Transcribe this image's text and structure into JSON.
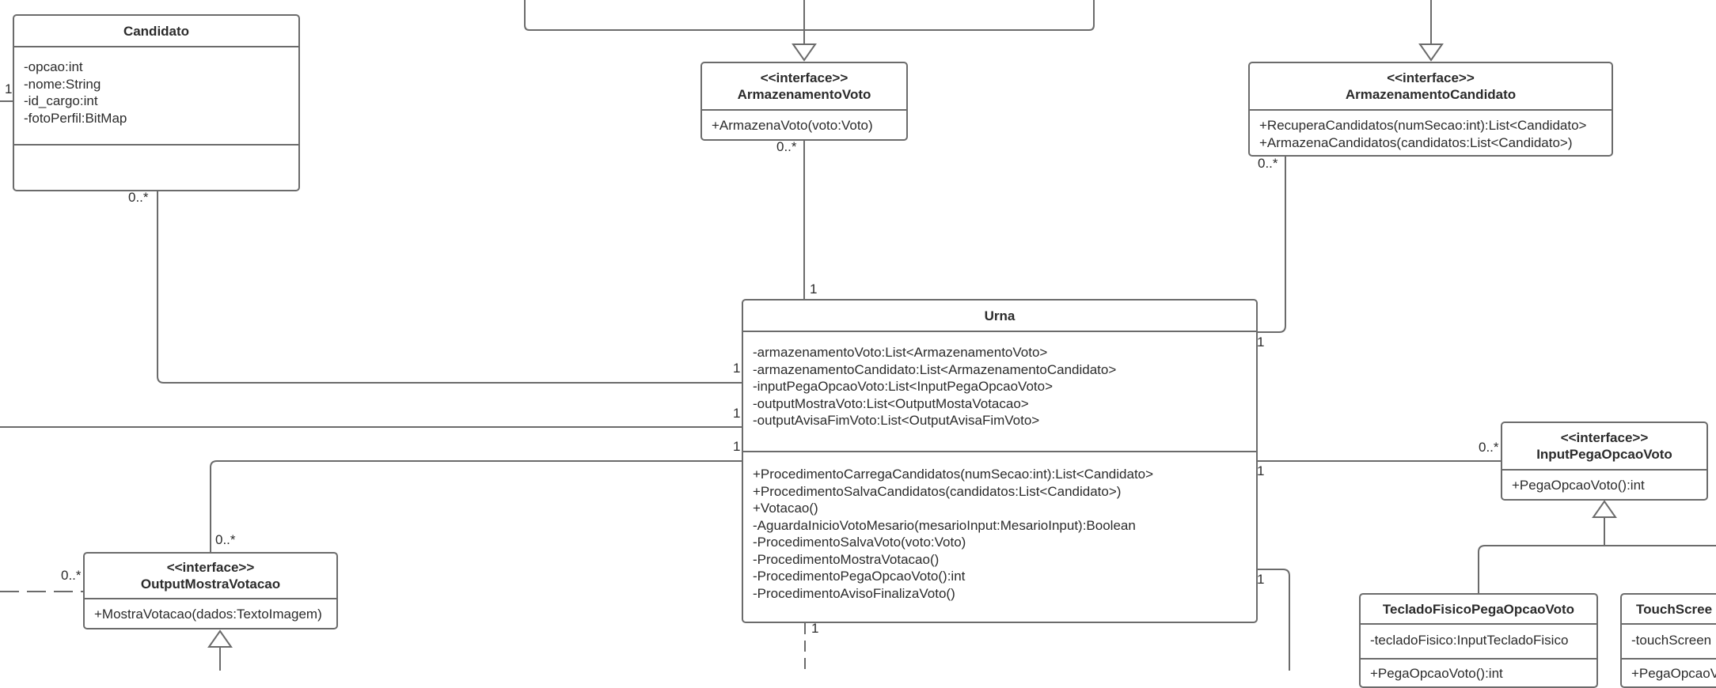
{
  "classes": {
    "candidato": {
      "name": "Candidato",
      "attributes": [
        "-opcao:int",
        "-nome:String",
        "-id_cargo:int",
        "-fotoPerfil:BitMap"
      ],
      "methods": []
    },
    "armazenamento_voto": {
      "stereotype": "<<interface>>",
      "name": "ArmazenamentoVoto",
      "methods": [
        "+ArmazenaVoto(voto:Voto)"
      ]
    },
    "armazenamento_candidato": {
      "stereotype": "<<interface>>",
      "name": "ArmazenamentoCandidato",
      "methods": [
        "+RecuperaCandidatos(numSecao:int):List<Candidato>",
        "+ArmazenaCandidatos(candidatos:List<Candidato>)"
      ]
    },
    "urna": {
      "name": "Urna",
      "attributes": [
        "-armazenamentoVoto:List<ArmazenamentoVoto>",
        "-armazenamentoCandidato:List<ArmazenamentoCandidato>",
        "-inputPegaOpcaoVoto:List<InputPegaOpcaoVoto>",
        "-outputMostraVoto:List<OutputMostaVotacao>",
        "-outputAvisaFimVoto:List<OutputAvisaFimVoto>"
      ],
      "methods": [
        "+ProcedimentoCarregaCandidatos(numSecao:int):List<Candidato>",
        "+ProcedimentoSalvaCandidatos(candidatos:List<Candidato>)",
        "+Votacao()",
        "-AguardaInicioVotoMesario(mesarioInput:MesarioInput):Boolean",
        "-ProcedimentoSalvaVoto(voto:Voto)",
        "-ProcedimentoMostraVotacao()",
        "-ProcedimentoPegaOpcaoVoto():int",
        "-ProcedimentoAvisoFinalizaVoto()"
      ]
    },
    "input_pega_opcao_voto": {
      "stereotype": "<<interface>>",
      "name": "InputPegaOpcaoVoto",
      "methods": [
        "+PegaOpcaoVoto():int"
      ]
    },
    "output_mostra_votacao": {
      "stereotype": "<<interface>>",
      "name": "OutputMostraVotacao",
      "methods": [
        "+MostraVotacao(dados:TextoImagem)"
      ]
    },
    "teclado_fisico": {
      "name": "TecladoFisicoPegaOpcaoVoto",
      "attributes": [
        "-tecladoFisico:InputTecladoFisico"
      ],
      "methods": [
        "+PegaOpcaoVoto():int"
      ]
    },
    "touch_screen": {
      "name": "TouchScree",
      "attributes": [
        "-touchScreen"
      ],
      "methods": [
        "+PegaOpcaoV"
      ]
    }
  },
  "multiplicities": {
    "candidato_left": "1",
    "candidato_bottom": "0..*",
    "av_bottom": "0..*",
    "urna_top": "1",
    "ac_bottom": "0..*",
    "urna_right_top": "1",
    "urna_left_candidato": "1",
    "urna_left_mid": "1",
    "urna_left_output": "1",
    "output_top": "0..*",
    "output_left": "0..*",
    "input_left": "0..*",
    "urna_right_input": "1",
    "urna_right_low": "1",
    "urna_bottom": "1"
  },
  "colors": {
    "line": "#6b6b6b",
    "text": "#2b2b2b",
    "background": "#ffffff"
  }
}
